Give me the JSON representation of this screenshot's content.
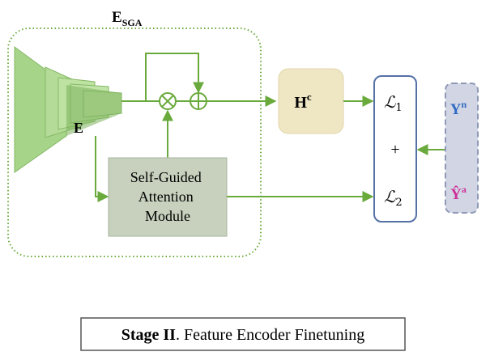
{
  "encoder_group": {
    "label_main": "E",
    "label_sub": "SGA"
  },
  "encoder": {
    "label": "E"
  },
  "attention_module": {
    "lines": [
      "Self-Guided",
      "Attention",
      "Module"
    ]
  },
  "hidden": {
    "label_main": "H",
    "label_sup": "c"
  },
  "loss_box": {
    "loss1_main": "ℒ",
    "loss1_sub": "1",
    "plus": "+",
    "loss2_main": "ℒ",
    "loss2_sub": "2"
  },
  "target_box": {
    "y_normal_main": "Y",
    "y_normal_sup": "n",
    "y_abnormal_main": "Ŷ",
    "y_abnormal_sup": "a"
  },
  "operators": {
    "multiply": "⊗",
    "add": "⊕"
  },
  "caption": {
    "bold": "Stage II",
    "rest": ". Feature Encoder Finetuning"
  },
  "colors": {
    "arrow_green": "#6aaa3c",
    "encoder_green": "#a6d488",
    "encoder_dark": "#7ab15a",
    "attention_fill": "#c7d1bd",
    "hidden_fill": "#efe6c4",
    "loss_border": "#5571a6",
    "target_fill": "#d2d6e4",
    "y_normal": "#2d68c2",
    "y_abnormal": "#cc2f98"
  }
}
